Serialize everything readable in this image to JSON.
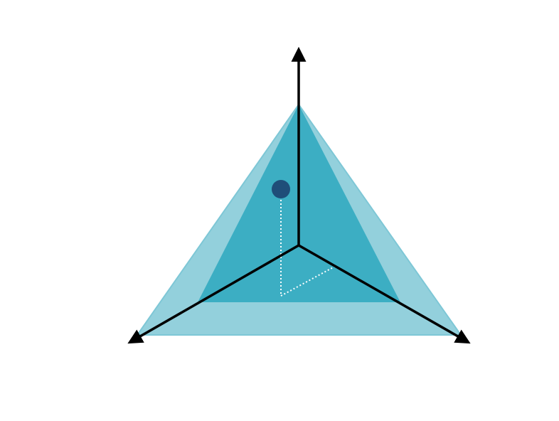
{
  "diagram": {
    "type": "3d-axes-simplex-point",
    "axes": [
      {
        "id": "vertical",
        "direction": "up"
      },
      {
        "id": "left",
        "direction": "down-left"
      },
      {
        "id": "right",
        "direction": "down-right"
      }
    ],
    "regions": [
      {
        "id": "outer-triangle",
        "fill": "#93d0dc",
        "stroke": "#7ec7d6"
      },
      {
        "id": "inner-triangle",
        "fill": "#3caec3"
      }
    ],
    "point": {
      "color": "#1f4e79"
    },
    "colors": {
      "axis": "#000000",
      "projection_lines": "#ffffff"
    }
  }
}
